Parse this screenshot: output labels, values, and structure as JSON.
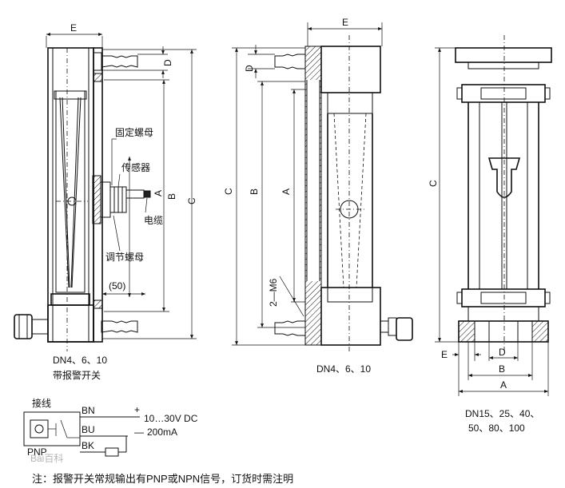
{
  "view1": {
    "dims": {
      "E": "E",
      "D": "D",
      "A": "A",
      "B": "B",
      "C": "C",
      "fifty": "(50)"
    },
    "callouts": {
      "fixed_nut": "固定螺母",
      "sensor": "传感器",
      "cable": "电缆",
      "adjust_nut": "调节螺母"
    },
    "caption_line1": "DN4、6、10",
    "caption_line2": "带报警开关"
  },
  "view2": {
    "dims": {
      "E": "E",
      "D": "D",
      "C": "C",
      "B": "B",
      "A": "A",
      "bolts": "2—M6"
    },
    "caption": "DN4、6、10"
  },
  "view3": {
    "dims": {
      "C": "C",
      "E": "E",
      "D": "D",
      "B": "B",
      "A": "A"
    },
    "caption_line1": "DN15、25、40、",
    "caption_line2": "50、80、100"
  },
  "wiring": {
    "title": "接线",
    "wire_bn": "BN",
    "wire_bu": "BU",
    "wire_bk": "BK",
    "plus": "+",
    "minus": "—",
    "voltage": "10…30V DC",
    "current": "200mA",
    "pnp": "PNP"
  },
  "watermark": "Bai百科",
  "note": "注：报警开关常规输出有PNP或NPN信号，订货时需注明"
}
